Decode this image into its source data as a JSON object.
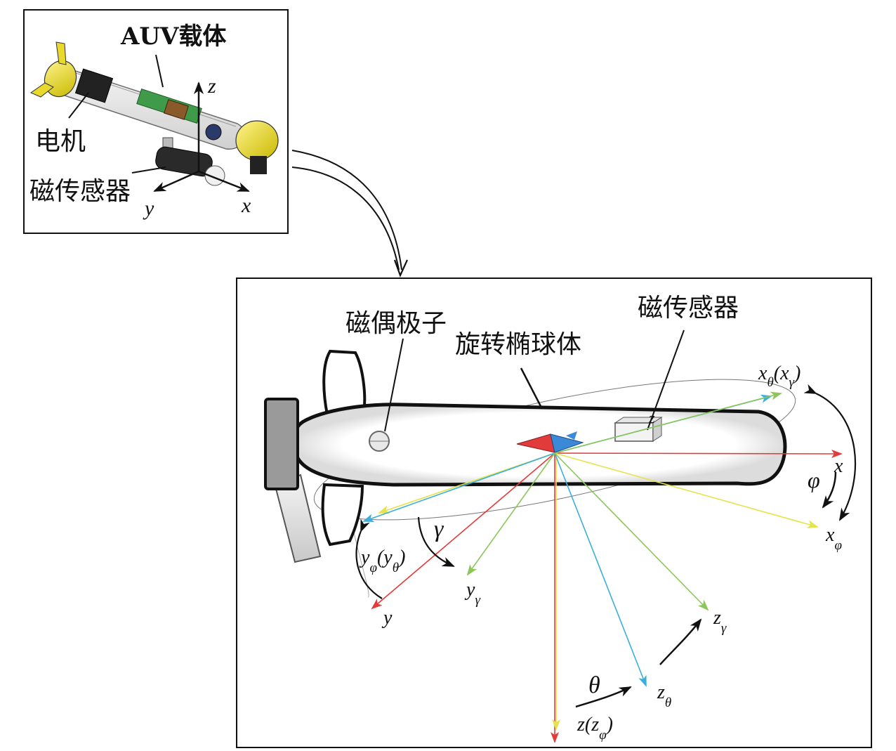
{
  "top_panel": {
    "title_label": "AUV载体",
    "motor_label": "电机",
    "sensor_label": "磁传感器",
    "axis_x": "x",
    "axis_y": "y",
    "axis_z": "z"
  },
  "main_panel": {
    "dipole_label": "磁偶极子",
    "ellipsoid_label": "旋转椭球体",
    "sensor_label": "磁传感器",
    "sensor_axis": "z",
    "axes": {
      "x": {
        "main": "x"
      },
      "y": {
        "main": "y"
      },
      "z": {
        "main": "z",
        "paren": "(",
        "inner": "z",
        "sub": "φ",
        "close": ")"
      },
      "x_phi": {
        "main": "x",
        "sub": "φ"
      },
      "x_theta": {
        "main": "x",
        "sub": "θ",
        "paren": "(",
        "inner": "x",
        "inner_sub": "γ",
        "close": ")"
      },
      "y_phi": {
        "main": "y",
        "sub": "φ",
        "paren": "(",
        "inner": "y",
        "inner_sub": "θ",
        "close": ")"
      },
      "y_gamma": {
        "main": "y",
        "sub": "γ"
      },
      "z_gamma": {
        "main": "z",
        "sub": "γ"
      },
      "z_theta": {
        "main": "z",
        "sub": "θ"
      }
    },
    "angles": {
      "phi": "φ",
      "gamma": "γ",
      "theta": "θ"
    }
  },
  "colors": {
    "original_axes": "#e23b3b",
    "phi_rotation": "#e5e34a",
    "theta_rotation": "#3aaedc",
    "gamma_rotation": "#8cc65a",
    "outline": "#111111"
  }
}
